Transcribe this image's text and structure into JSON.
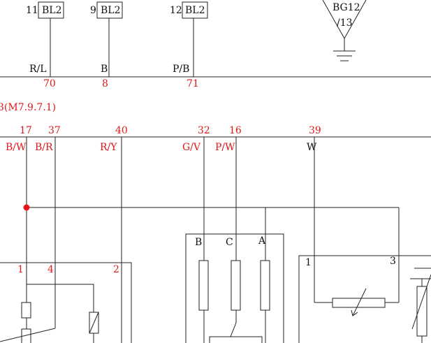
{
  "colors": {
    "wire": "#222222",
    "pin": "#e01818",
    "text": "#111111"
  },
  "connectors": [
    {
      "pin": "11",
      "name": "BL2"
    },
    {
      "pin": "9",
      "name": "BL2"
    },
    {
      "pin": "12",
      "name": "BL2"
    }
  ],
  "ground": {
    "line1": "BG12",
    "line2": "/13"
  },
  "top_wires": [
    {
      "color": "R/L",
      "pin": "70"
    },
    {
      "color": "B",
      "pin": "8"
    },
    {
      "color": "P/B",
      "pin": "71"
    }
  ],
  "ecu_label": "3(M7.9.7.1)",
  "ecu_pins": [
    {
      "pin": "17",
      "color": "B/W"
    },
    {
      "pin": "37",
      "color": "B/R"
    },
    {
      "pin": "40",
      "color": "R/Y"
    },
    {
      "pin": "32",
      "color": "G/V"
    },
    {
      "pin": "16",
      "color": "P/W"
    },
    {
      "pin": "39",
      "color": "W"
    }
  ],
  "left_component": {
    "pins": [
      "1",
      "4",
      "2"
    ]
  },
  "middle_component": {
    "terminals": [
      "B",
      "C",
      "A"
    ]
  },
  "right_component": {
    "terminals": [
      "1",
      "3"
    ]
  }
}
